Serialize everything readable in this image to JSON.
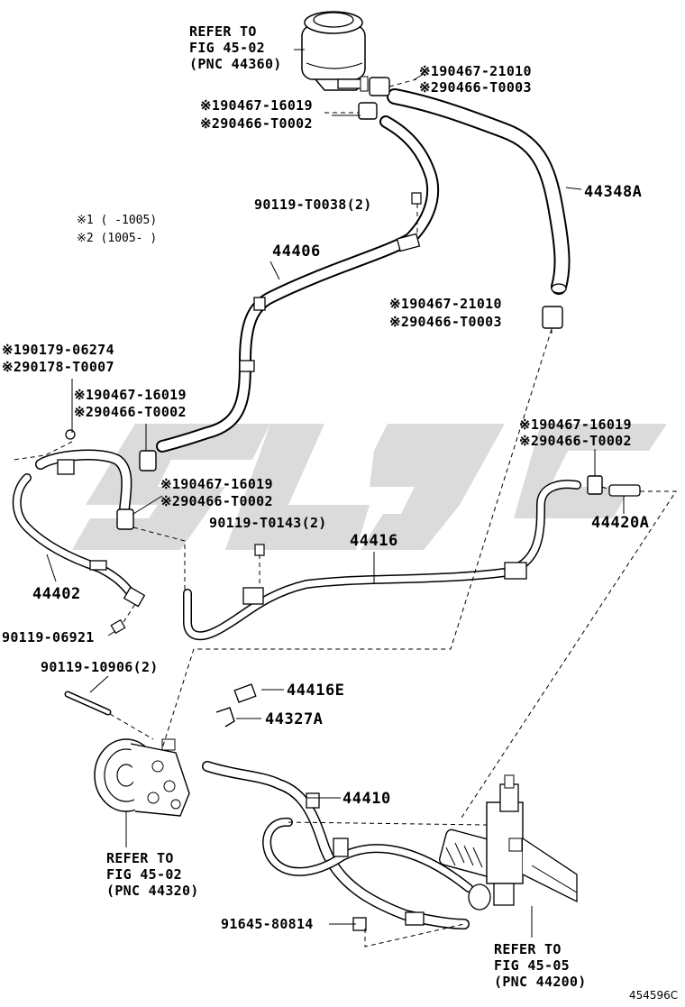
{
  "diagram": {
    "figure_id": "454596C",
    "watermark": "",
    "legend": {
      "l1": "※1 (      -1005)",
      "l2": "※2 (1005-      )"
    },
    "refs": {
      "reservoir": [
        "REFER TO",
        "FIG 45-02",
        "(PNC 44360)"
      ],
      "pump": [
        "REFER TO",
        "FIG 45-02",
        "(PNC 44320)"
      ],
      "gear": [
        "REFER TO",
        "FIG 45-05",
        "(PNC 44200)"
      ]
    },
    "parts": {
      "c_top_1": "※190467-21010",
      "c_top_2": "※290466-T0003",
      "c_top2_1": "※190467-16019",
      "c_top2_2": "※290466-T0002",
      "p44348a": "44348A",
      "p90119_t0038": "90119-T0038(2)",
      "p44406": "44406",
      "c_mid_1": "※190467-21010",
      "c_mid_2": "※290466-T0003",
      "c_left_1": "※190179-06274",
      "c_left_2": "※290178-T0007",
      "c_left2_1": "※190467-16019",
      "c_left2_2": "※290466-T0002",
      "c_right_1": "※190467-16019",
      "c_right_2": "※290466-T0002",
      "c_center_1": "※190467-16019",
      "c_center_2": "※290466-T0002",
      "p90119_t0143": "90119-T0143(2)",
      "p44416": "44416",
      "p44420a": "44420A",
      "p44402": "44402",
      "p90119_06921": "90119-06921",
      "p90119_10906": "90119-10906(2)",
      "p44416e": "44416E",
      "p44327a": "44327A",
      "p44410": "44410",
      "p91645_80814": "91645-80814"
    }
  }
}
